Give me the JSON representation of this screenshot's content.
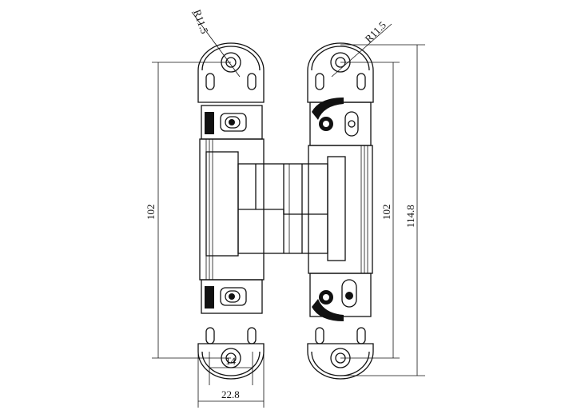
{
  "drawing": {
    "radius_left": "R11.5",
    "radius_right": "R11.5",
    "height_left": "102",
    "height_right": "102",
    "overall_height": "114.8",
    "hole_spacing": "14",
    "plate_width": "22.8"
  }
}
